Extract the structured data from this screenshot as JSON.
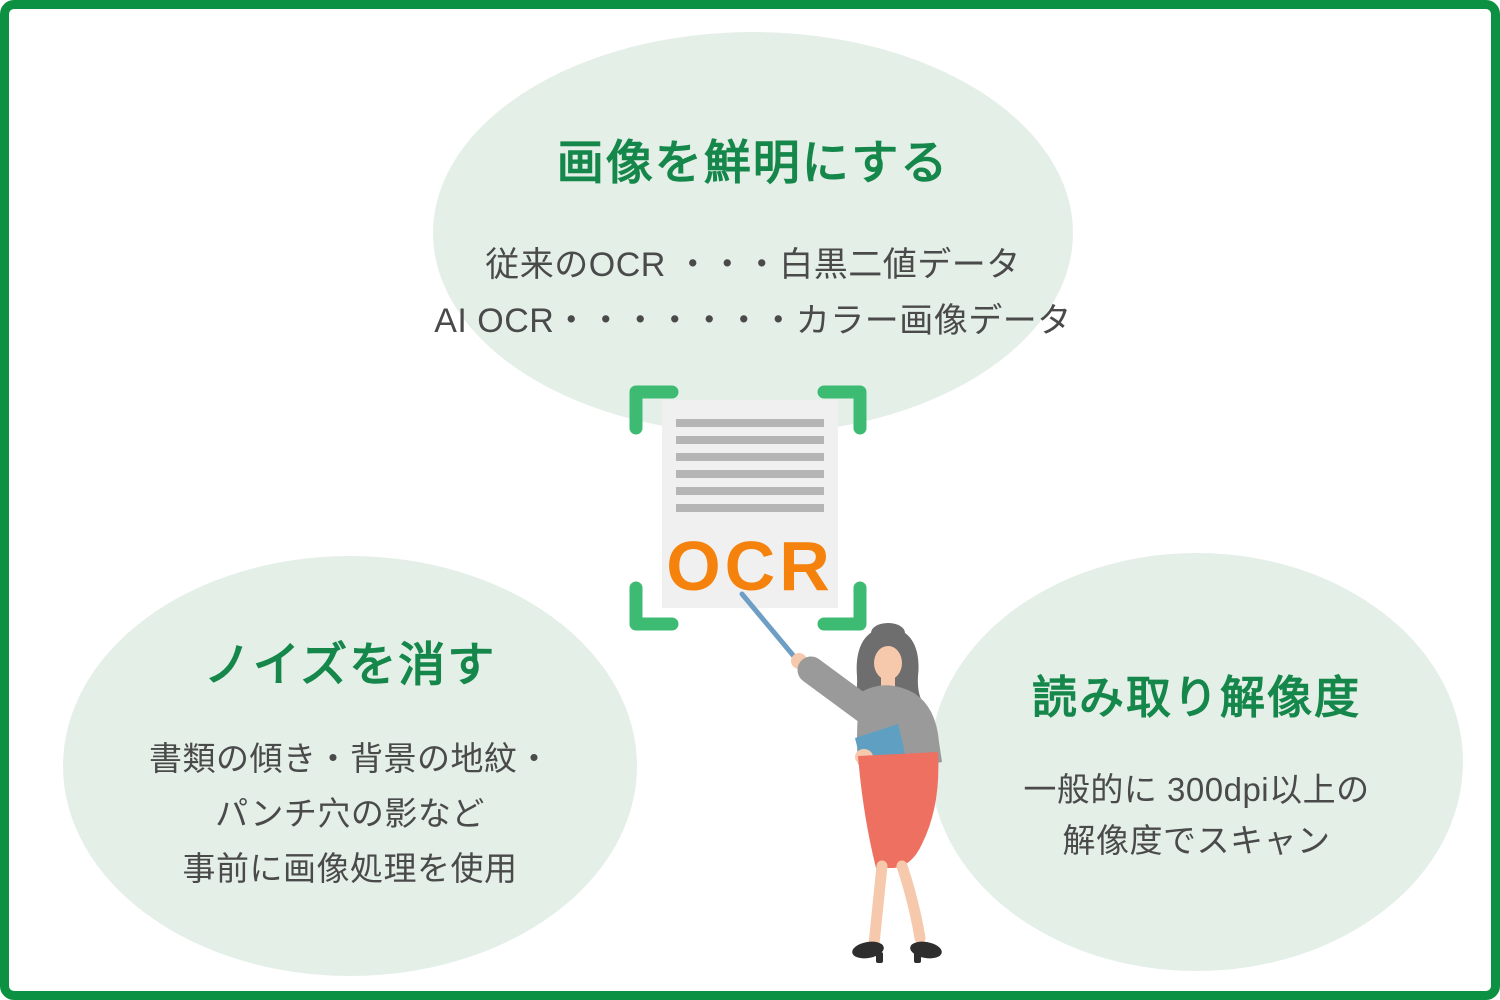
{
  "diagram": {
    "topic": "OCR",
    "bubbles": {
      "top": {
        "title": "画像を鮮明にする",
        "lines": [
          "従来のOCR ・・・白黒二値データ",
          "AI OCR・・・・・・・カラー画像データ"
        ]
      },
      "left": {
        "title": "ノイズを消す",
        "lines": [
          "書類の傾き・背景の地紋・",
          "パンチ穴の影など",
          "事前に画像処理を使用"
        ]
      },
      "right": {
        "title": "読み取り解像度",
        "lines": [
          "一般的に 300dpi以上の",
          "解像度でスキャン"
        ]
      }
    },
    "center": {
      "ocr_label": "OCR",
      "document_line_count": 6
    },
    "icons": [
      "scan-frame-icon",
      "document-icon",
      "pointer-stick",
      "presenter-illustration"
    ],
    "colors": {
      "border_green": "#0c9143",
      "title_green": "#16874b",
      "bracket_green": "#3ebb73",
      "ocr_orange": "#f5820c",
      "bubble_background": "#e4efe8",
      "body_text_gray": "#4a4a4a",
      "document_gray": "#f0f0f0",
      "document_line_gray": "#b5b5b5",
      "skirt_coral": "#ee7060",
      "sweater_gray": "#9a9a9a",
      "skin_tone": "#f6c9ad",
      "book_blue": "#5f9fc2",
      "pointer_blue": "#6f9ec5"
    }
  }
}
